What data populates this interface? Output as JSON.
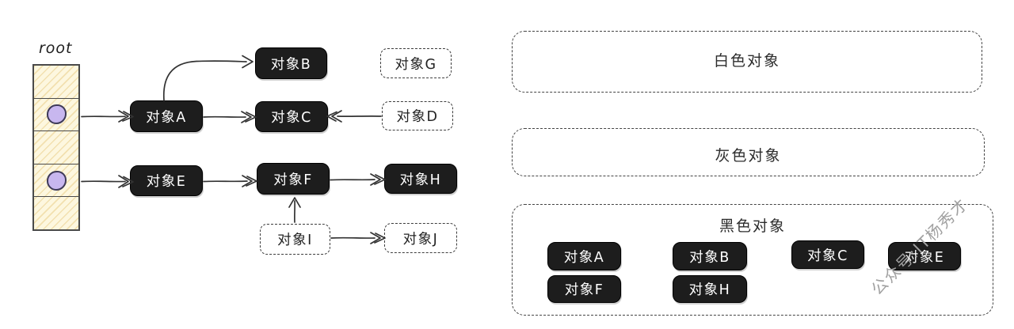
{
  "watermark": "公众号:IT杨秀才",
  "colors": {
    "node_black": "#1d1d1d",
    "node_text": "#ffffff",
    "stack_fill": "#fdf7df",
    "stack_hatch": "#e0ba61",
    "pointer_fill": "#c8b7ef",
    "pointer_border": "#3e3a58",
    "dashed_border": "#3d3d3d",
    "ink": "#333333",
    "watermark_gray": "#a0a0a0"
  },
  "graph": {
    "root_label": "root",
    "nodes": [
      {
        "id": "A",
        "label": "对象A",
        "kind": "black"
      },
      {
        "id": "B",
        "label": "对象B",
        "kind": "black"
      },
      {
        "id": "C",
        "label": "对象C",
        "kind": "black"
      },
      {
        "id": "D",
        "label": "对象D",
        "kind": "dashed"
      },
      {
        "id": "E",
        "label": "对象E",
        "kind": "black"
      },
      {
        "id": "F",
        "label": "对象F",
        "kind": "black"
      },
      {
        "id": "G",
        "label": "对象G",
        "kind": "dashed"
      },
      {
        "id": "H",
        "label": "对象H",
        "kind": "black"
      },
      {
        "id": "I",
        "label": "对象I",
        "kind": "dashed"
      },
      {
        "id": "J",
        "label": "对象J",
        "kind": "dashed"
      }
    ],
    "edges": [
      "root→对象A",
      "root→对象E",
      "对象A→对象B",
      "对象A→对象C",
      "对象D→对象C",
      "对象E→对象F",
      "对象F→对象H",
      "对象I→对象F",
      "对象I→对象J"
    ],
    "stack_slots": 5,
    "stack_pointer_slots": [
      2,
      4
    ]
  },
  "panels": [
    {
      "id": "white",
      "title": "白色对象",
      "items": []
    },
    {
      "id": "gray",
      "title": "灰色对象",
      "items": []
    },
    {
      "id": "black",
      "title": "黑色对象",
      "items": [
        "对象A",
        "对象B",
        "对象C",
        "对象E",
        "对象F",
        "对象H"
      ]
    }
  ]
}
